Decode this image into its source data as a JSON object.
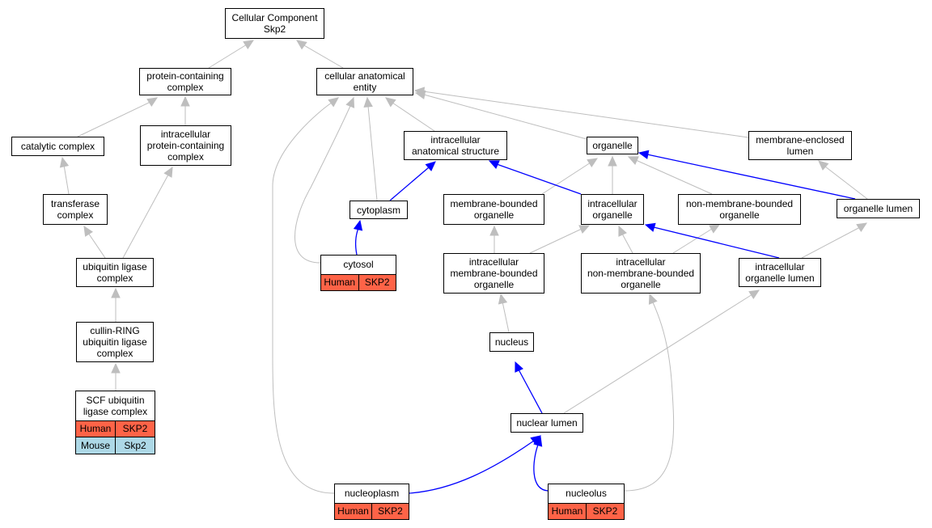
{
  "colors": {
    "part_of_edge": "#bebebe",
    "is_a_edge": "#0000ff",
    "human": "#ff6347",
    "mouse": "#add8e6"
  },
  "nodes": {
    "root": [
      "Cellular Component",
      "Skp2"
    ],
    "protein_containing_complex": [
      "protein-containing",
      "complex"
    ],
    "cellular_anatomical_entity": [
      "cellular anatomical",
      "entity"
    ],
    "catalytic_complex": [
      "catalytic complex"
    ],
    "intracellular_protein_containing_complex": [
      "intracellular",
      "protein-containing",
      "complex"
    ],
    "intracellular_anatomical_structure": [
      "intracellular",
      "anatomical structure"
    ],
    "organelle": [
      "organelle"
    ],
    "membrane_enclosed_lumen": [
      "membrane-enclosed",
      "lumen"
    ],
    "transferase_complex": [
      "transferase",
      "complex"
    ],
    "cytoplasm": [
      "cytoplasm"
    ],
    "membrane_bounded_organelle": [
      "membrane-bounded",
      "organelle"
    ],
    "intracellular_organelle": [
      "intracellular",
      "organelle"
    ],
    "non_membrane_bounded_organelle": [
      "non-membrane-bounded",
      "organelle"
    ],
    "organelle_lumen": [
      "organelle lumen"
    ],
    "ubiquitin_ligase_complex": [
      "ubiquitin ligase",
      "complex"
    ],
    "cytosol": [
      "cytosol"
    ],
    "intracellular_membrane_bounded_organelle": [
      "intracellular",
      "membrane-bounded",
      "organelle"
    ],
    "intracellular_non_membrane_bounded_organelle": [
      "intracellular",
      "non-membrane-bounded",
      "organelle"
    ],
    "intracellular_organelle_lumen": [
      "intracellular",
      "organelle lumen"
    ],
    "cullin_ring": [
      "cullin-RING",
      "ubiquitin ligase",
      "complex"
    ],
    "nucleus": [
      "nucleus"
    ],
    "scf": [
      "SCF ubiquitin",
      "ligase complex"
    ],
    "nuclear_lumen": [
      "nuclear lumen"
    ],
    "nucleoplasm": [
      "nucleoplasm"
    ],
    "nucleolus": [
      "nucleolus"
    ]
  },
  "annotations": {
    "scf": [
      {
        "species": "Human",
        "gene": "SKP2"
      },
      {
        "species": "Mouse",
        "gene": "Skp2"
      }
    ],
    "cytosol": [
      {
        "species": "Human",
        "gene": "SKP2"
      }
    ],
    "nucleoplasm": [
      {
        "species": "Human",
        "gene": "SKP2"
      }
    ],
    "nucleolus": [
      {
        "species": "Human",
        "gene": "SKP2"
      }
    ]
  }
}
